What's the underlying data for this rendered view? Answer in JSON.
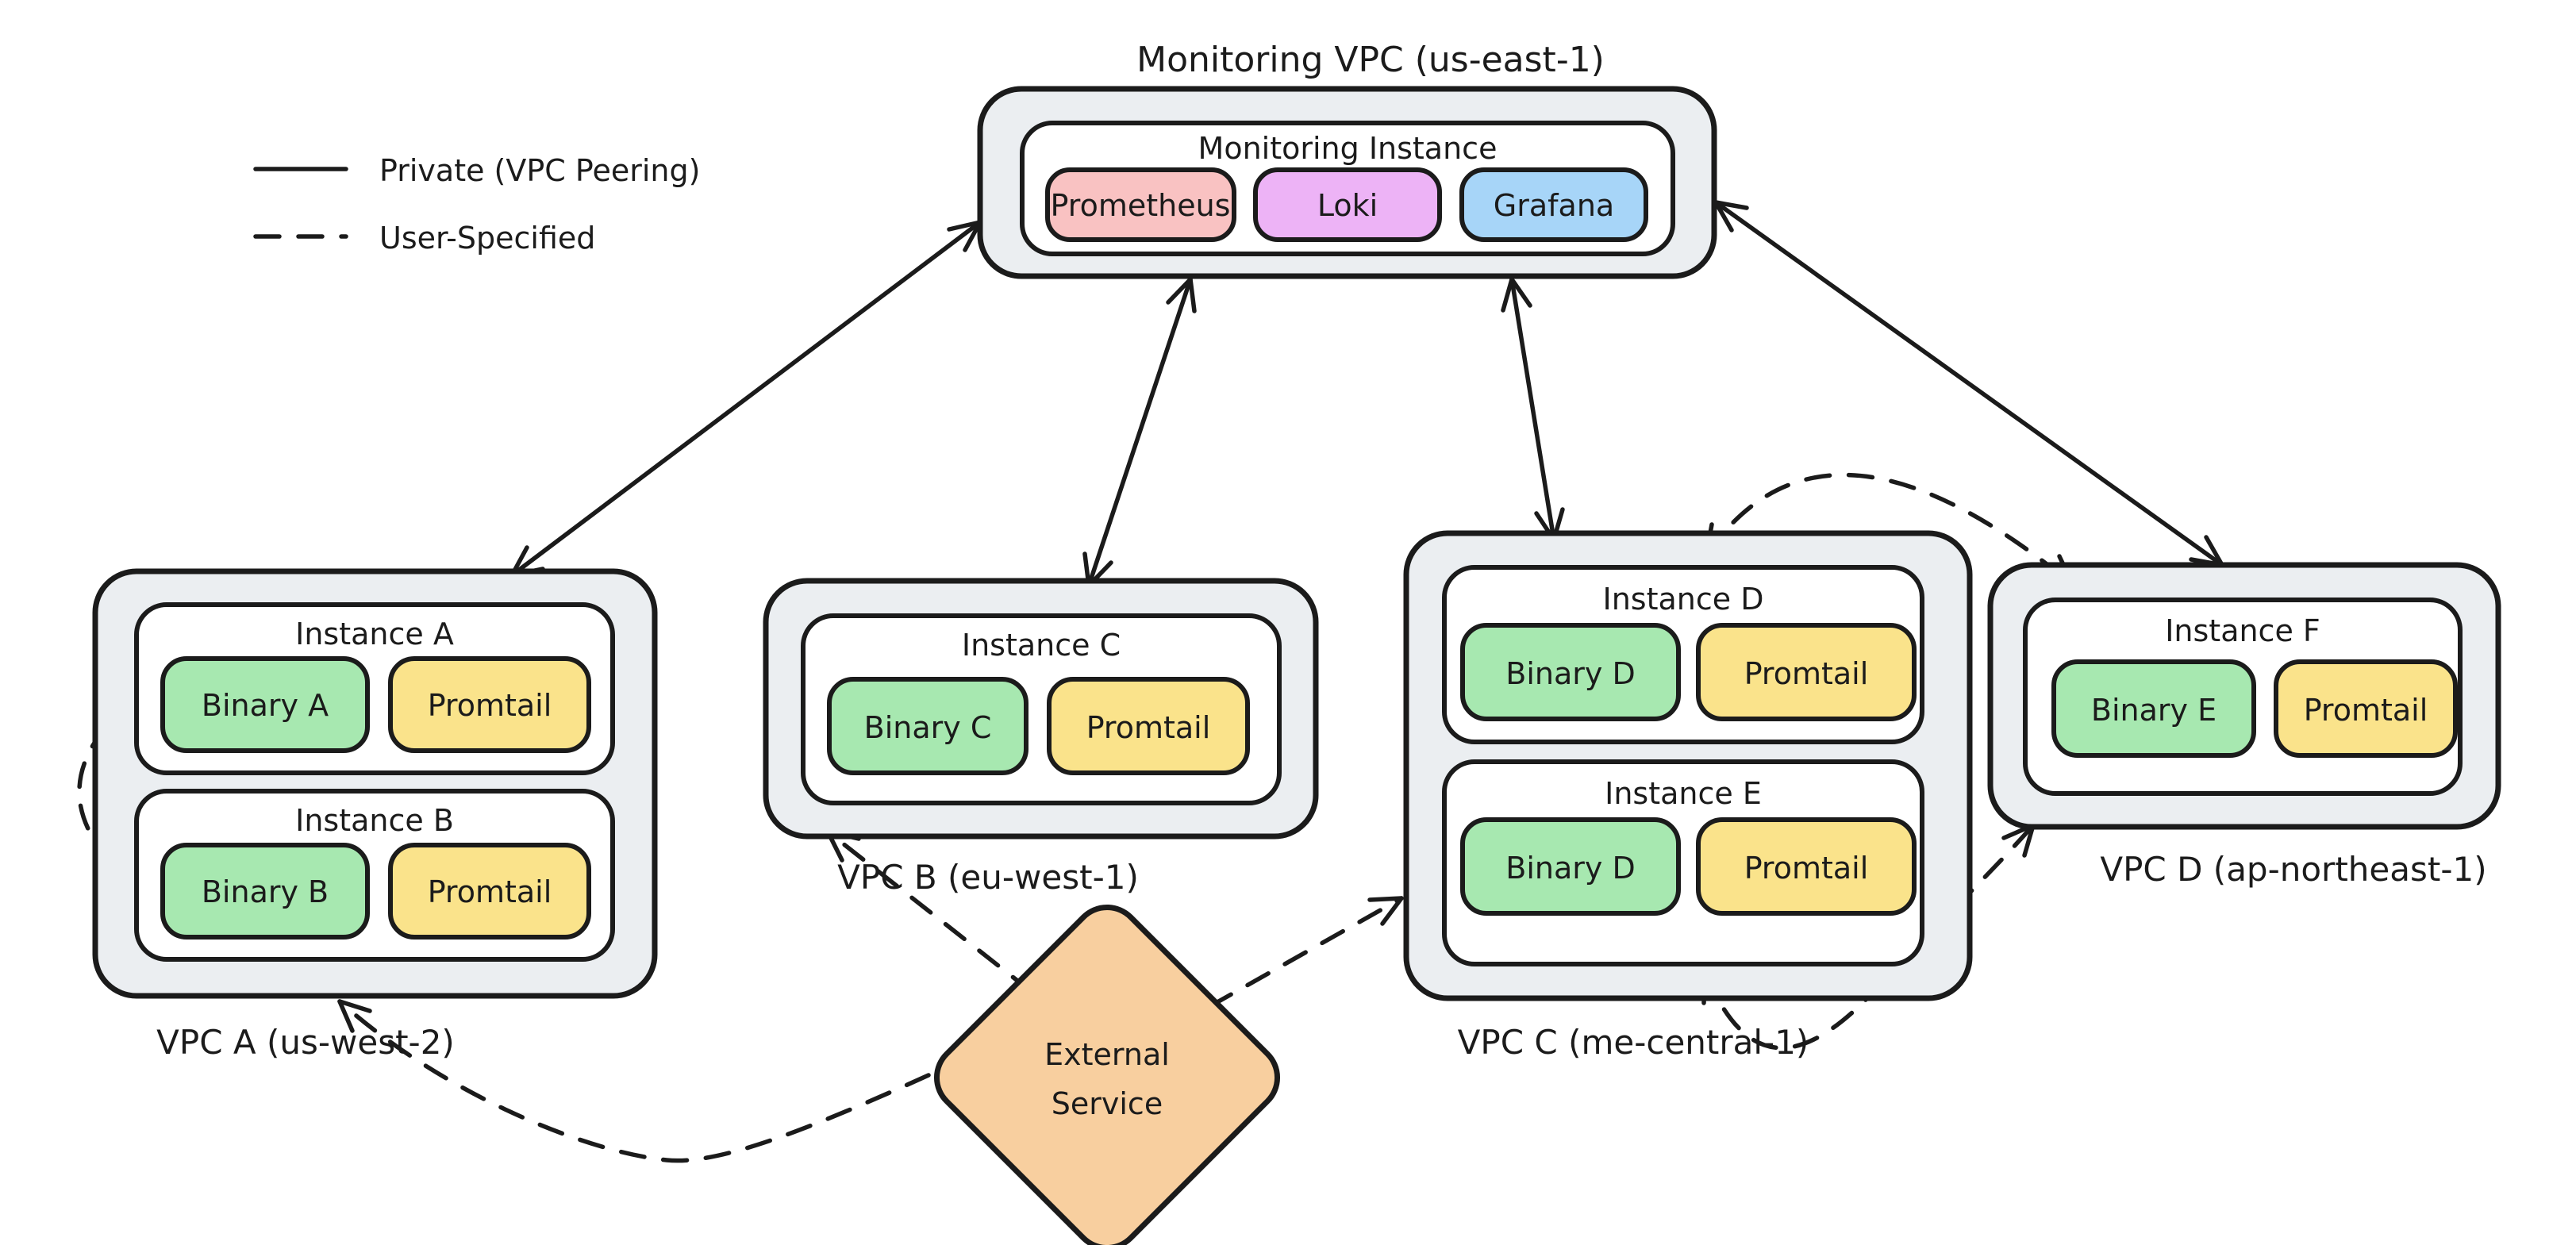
{
  "legend": {
    "private": "Private (VPC Peering)",
    "user_specified": "User-Specified"
  },
  "monitoring_vpc": {
    "title": "Monitoring VPC (us-east-1)",
    "instance": {
      "title": "Monitoring Instance",
      "prometheus": "Prometheus",
      "loki": "Loki",
      "grafana": "Grafana"
    }
  },
  "vpc_a": {
    "title": "VPC A (us-west-2)",
    "instance_a": {
      "title": "Instance A",
      "binary": "Binary A",
      "promtail": "Promtail"
    },
    "instance_b": {
      "title": "Instance B",
      "binary": "Binary B",
      "promtail": "Promtail"
    }
  },
  "vpc_b": {
    "title": "VPC B (eu-west-1)",
    "instance_c": {
      "title": "Instance C",
      "binary": "Binary C",
      "promtail": "Promtail"
    }
  },
  "vpc_c": {
    "title": "VPC C (me-central-1)",
    "instance_d": {
      "title": "Instance D",
      "binary": "Binary D",
      "promtail": "Promtail"
    },
    "instance_e": {
      "title": "Instance E",
      "binary": "Binary D",
      "promtail": "Promtail"
    }
  },
  "vpc_d": {
    "title": "VPC D (ap-northeast-1)",
    "instance_f": {
      "title": "Instance F",
      "binary": "Binary E",
      "promtail": "Promtail"
    }
  },
  "external_service": {
    "line1": "External",
    "line2": "Service"
  },
  "colors": {
    "prometheus": "#F9C2C2",
    "loki": "#EDB3F6",
    "grafana": "#A7D5F8",
    "binary": "#A7E8B0",
    "promtail": "#FAE38B",
    "external": "#F8CF9F",
    "vpc_fill": "#EBEEF1",
    "instance_fill": "#FFFFFF",
    "stroke": "#1B1B1B"
  }
}
